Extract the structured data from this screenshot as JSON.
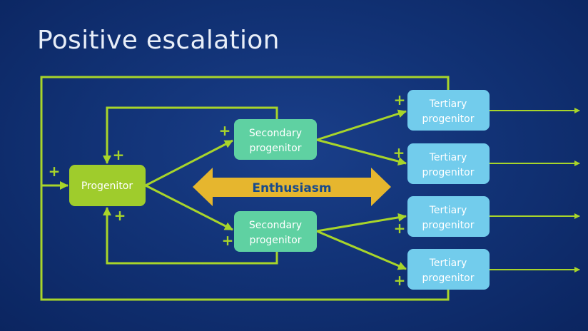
{
  "slide": {
    "title": "Positive escalation"
  },
  "nodes": {
    "progenitor": "Progenitor",
    "secondary": [
      "Secondary",
      "progenitor"
    ],
    "tertiary": [
      "Tertiary",
      "progenitor"
    ]
  },
  "enthusiasm": "Enthusiasm",
  "plus_sign": "+",
  "colors": {
    "background": "#123377",
    "arrow": "#a8d52a",
    "progenitor": "#9fcc2c",
    "secondary": "#5fd1a2",
    "tertiary": "#72ccec",
    "enthusiasm": "#e6b62e",
    "enthusiasm_text": "#174a8c"
  }
}
